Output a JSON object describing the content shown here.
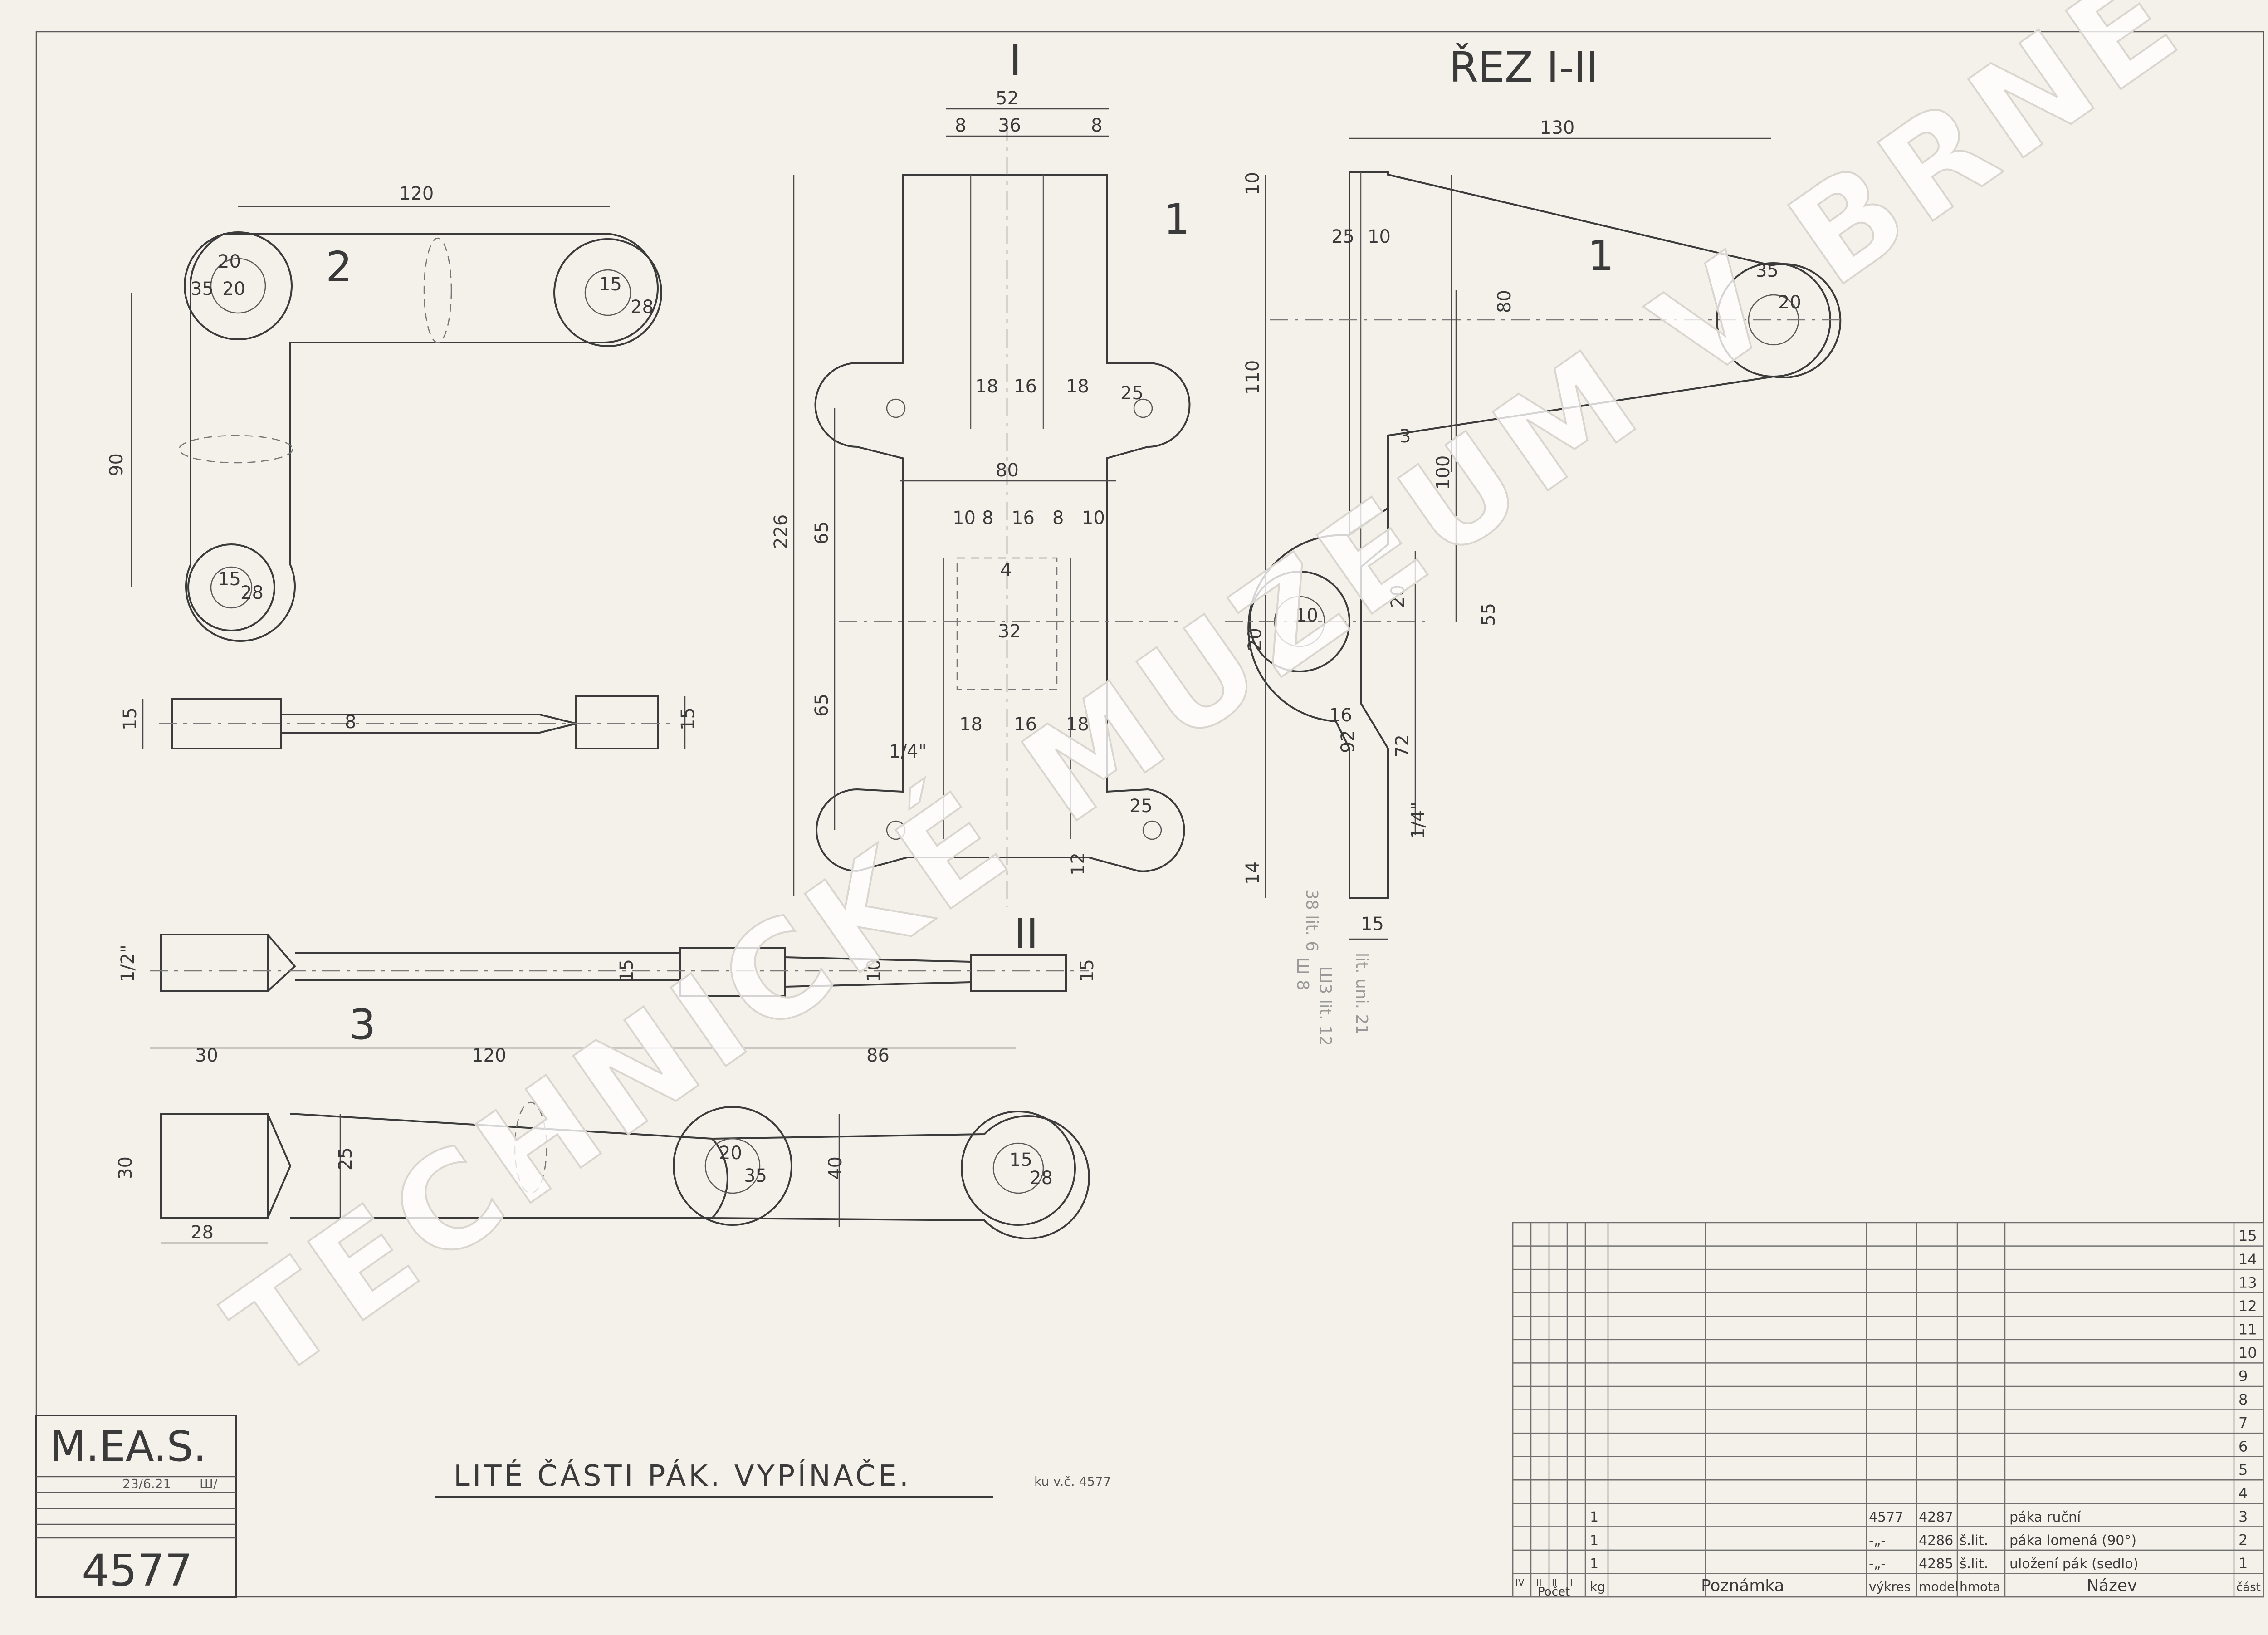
{
  "drawing": {
    "title": "LITÉ ČÁSTI PÁK. VYPÍNAČE.",
    "title_ref": "ku v.č. 4577",
    "section_title": "ŘEZ I-II",
    "section_mark_top": "I",
    "section_mark_bottom": "II",
    "part_numbers": {
      "p1_front": "1",
      "p1_section": "1",
      "p2": "2",
      "p3": "3"
    }
  },
  "stamp": {
    "company": "M.EA.S.",
    "date": "23/6.21",
    "initials": "Ш/",
    "number": "4577"
  },
  "watermark": "TECHNICKÉ MUZEUM V BRNĚ",
  "pencil_notes": [
    "38 lit. 6",
    "Ш 8",
    "Ш3 lit. 12",
    "lit. uni. 21"
  ],
  "dimensions": {
    "part2": {
      "width": "120",
      "height": "90",
      "r20": "20",
      "r35": "35",
      "d20": "20",
      "d15": "15",
      "d28a": "28",
      "d15b": "15",
      "d28b": "28",
      "side15a": "15",
      "side8": "8",
      "side15b": "15"
    },
    "part1_front": {
      "w52": "52",
      "w8a": "8",
      "w36": "36",
      "w8b": "8",
      "h226": "226",
      "h65a": "65",
      "h65b": "65",
      "r18a": "18",
      "r16a": "16",
      "r18b": "18",
      "w80": "80",
      "d25a": "25",
      "r10a": "10",
      "r8a": "8",
      "r16b": "16",
      "r8b": "8",
      "r10b": "10",
      "d4": "4",
      "w32": "32",
      "r18c": "18",
      "r16c": "16",
      "r18d": "18",
      "g14": "1/4\"",
      "d25b": "25",
      "h12": "12"
    },
    "part1_section": {
      "w130": "130",
      "h10": "10",
      "w25": "25",
      "w10": "10",
      "h80": "80",
      "h110": "110",
      "d35": "35",
      "d20": "20",
      "h100": "100",
      "h20": "20",
      "h55": "55",
      "h92": "92",
      "h72": "72",
      "r20": "20",
      "r10": "10",
      "d3": "3",
      "d16": "16",
      "h14": "14",
      "g14": "1/4\"",
      "w15": "15"
    },
    "part3": {
      "w30": "30",
      "w120": "120",
      "w86": "86",
      "h15a": "15",
      "h10": "10",
      "h15b": "15",
      "g12": "1/2\"",
      "h30": "30",
      "w28": "28",
      "h25": "25",
      "h40": "40",
      "d20": "20",
      "d35": "35",
      "d15": "15",
      "d28": "28"
    }
  },
  "parts_table": {
    "header": {
      "count": "Počet",
      "cols_iv": [
        "IV",
        "III",
        "II",
        "I"
      ],
      "kg": "kg",
      "note": "Poznámka",
      "drawing": "výkres",
      "model": "model",
      "material": "hmota",
      "name": "Název",
      "part": "část"
    },
    "row_numbers": [
      "15",
      "14",
      "13",
      "12",
      "11",
      "10",
      "9",
      "8",
      "7",
      "6",
      "5",
      "4",
      "3",
      "2",
      "1"
    ],
    "rows": [
      {
        "count": "1",
        "drawing": "4577",
        "model": "4287",
        "material": "",
        "name": "páka ruční",
        "part": "3"
      },
      {
        "count": "1",
        "drawing": "-„-",
        "model": "4286",
        "material": "š.lit.",
        "name": "páka lomená (90°)",
        "part": "2"
      },
      {
        "count": "1",
        "drawing": "-„-",
        "model": "4285",
        "material": "š.lit.",
        "name": "uložení pák (sedlo)",
        "part": "1"
      }
    ]
  }
}
